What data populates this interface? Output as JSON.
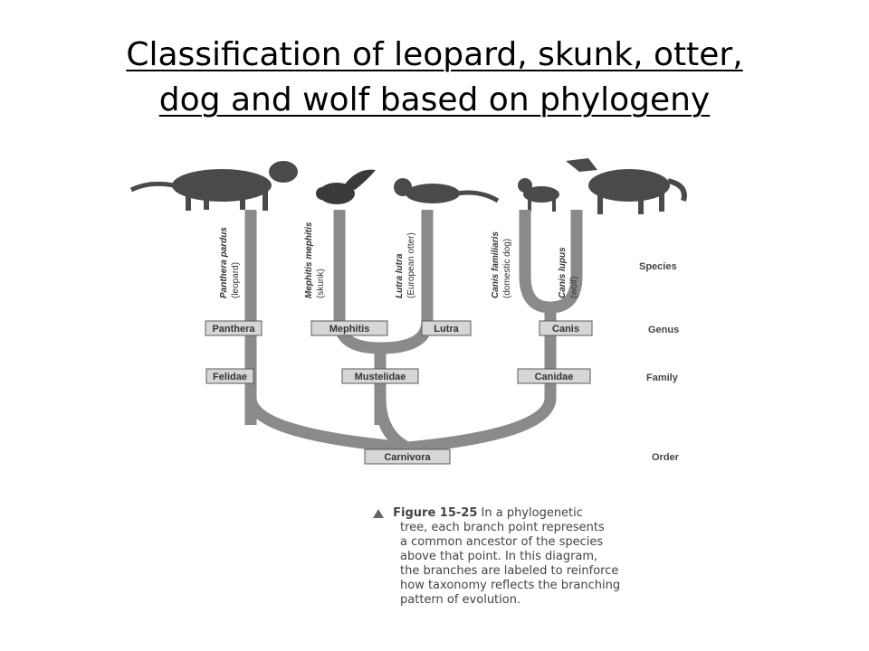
{
  "title": {
    "line1": "Classification of leopard, skunk, otter,",
    "line2": "dog and wolf based on phylogeny"
  },
  "ranks": {
    "species": "Species",
    "genus": "Genus",
    "family": "Family",
    "order": "Order"
  },
  "species": [
    {
      "name": "Panthera pardus",
      "common": "(leopard)"
    },
    {
      "name": "Mephitis mephitis",
      "common": "(skunk)"
    },
    {
      "name": "Lutra lutra",
      "common": "(European otter)"
    },
    {
      "name": "Canis familiaris",
      "common": "(domestic dog)"
    },
    {
      "name": "Canis lupus",
      "common": "(wolf)"
    }
  ],
  "genera": [
    "Panthera",
    "Mephitis",
    "Lutra",
    "Canis"
  ],
  "families": [
    "Felidae",
    "Mustelidae",
    "Canidae"
  ],
  "order": "Carnivora",
  "caption": {
    "label": "Figure 15-25",
    "lines": [
      "In a phylogenetic",
      "tree, each branch point represents",
      "a common ancestor of the species",
      "above that point. In this diagram,",
      "the branches are labeled to reinforce",
      "how taxonomy reflects the branching",
      "pattern of evolution."
    ]
  },
  "colors": {
    "branch": "#8a8a8a",
    "label_box": "#d6d6d6",
    "label_border": "#5a5a5a",
    "animal": "#3a3a3a"
  }
}
